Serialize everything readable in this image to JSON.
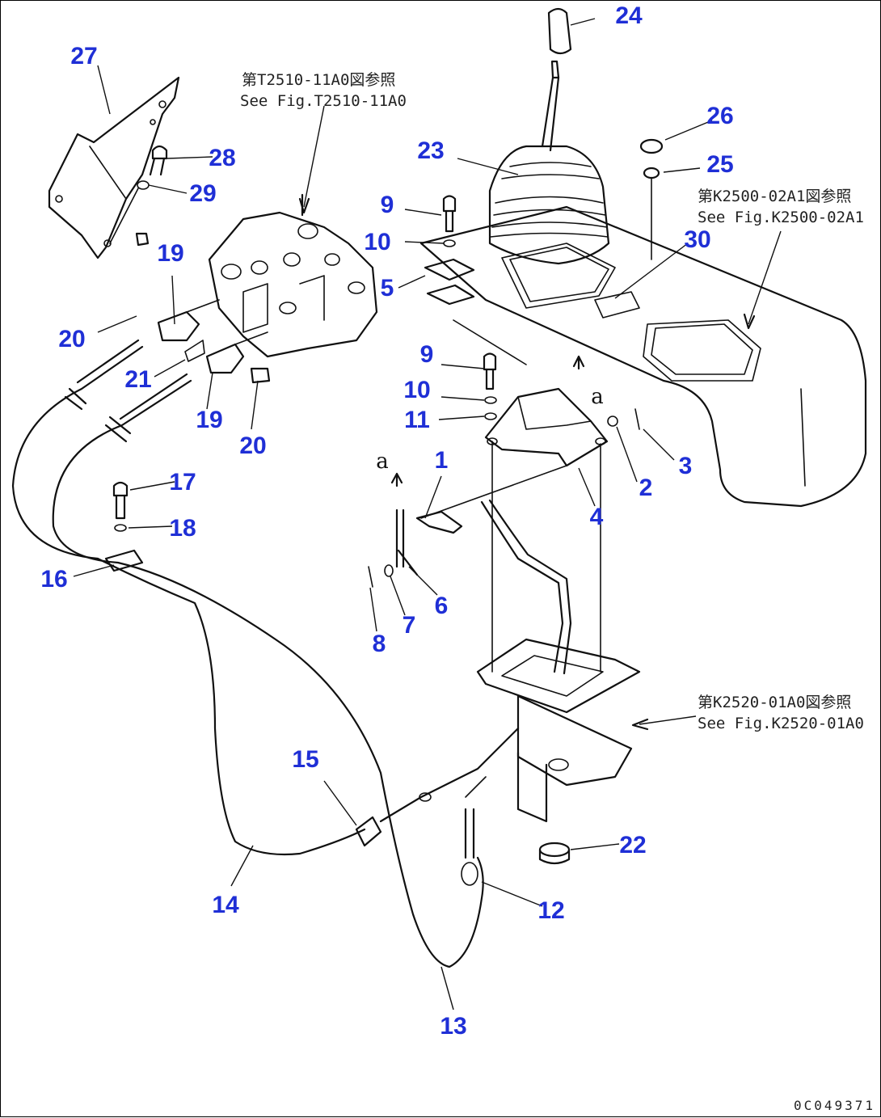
{
  "diagram": {
    "part_labels": [
      "1",
      "2",
      "3",
      "4",
      "5",
      "6",
      "7",
      "8",
      "9",
      "9",
      "10",
      "10",
      "11",
      "12",
      "13",
      "14",
      "15",
      "16",
      "17",
      "18",
      "19",
      "19",
      "20",
      "20",
      "21",
      "22",
      "23",
      "24",
      "25",
      "26",
      "27",
      "28",
      "29",
      "30"
    ],
    "references": [
      {
        "jp": "第T2510-11A0図参照",
        "en": "See Fig.T2510-11A0"
      },
      {
        "jp": "第K2500-02A1図参照",
        "en": "See Fig.K2500-02A1"
      },
      {
        "jp": "第K2520-01A0図参照",
        "en": "See Fig.K2520-01A0"
      }
    ],
    "callout_marks": [
      "a",
      "a"
    ],
    "drawing_id": "0C049371",
    "colors": {
      "label": "#1f2fd6",
      "line": "#111111",
      "background": "#ffffff"
    }
  }
}
